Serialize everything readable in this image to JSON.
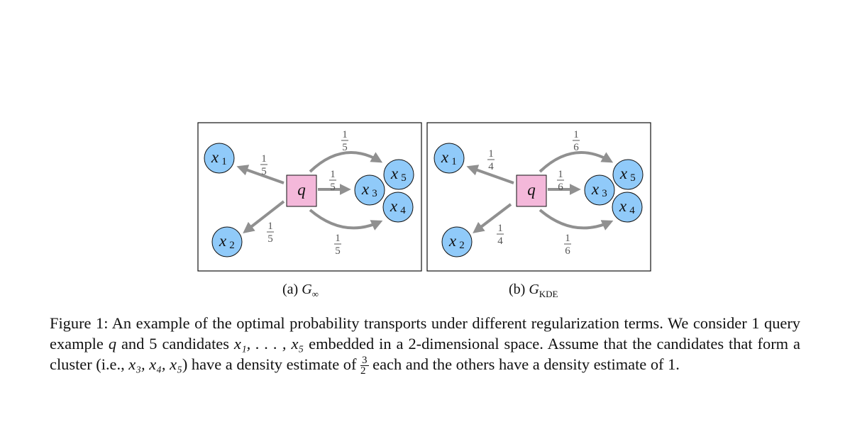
{
  "panels": [
    {
      "id": "a",
      "caption_prefix": "(a)",
      "caption_symbol": "G",
      "caption_subscript": "∞",
      "query_label": "q",
      "weights": {
        "x1": "1/5",
        "x2": "1/5",
        "x3": "1/5",
        "x5": "1/5",
        "x4": "1/5"
      }
    },
    {
      "id": "b",
      "caption_prefix": "(b)",
      "caption_symbol": "G",
      "caption_subscript": "KDE",
      "query_label": "q",
      "weights": {
        "x1": "1/4",
        "x2": "1/4",
        "x3": "1/6",
        "x5": "1/6",
        "x4": "1/6"
      }
    }
  ],
  "caption": {
    "part1": "Figure 1: An example of the optimal probability transports under different regularization terms. We consider 1 query example ",
    "q": "q",
    "part2": " and 5 candidates ",
    "candidates": "x₁, . . . , x₅",
    "part3": " embedded in a 2-dimensional space. Assume that the candidates that form a cluster (i.e., ",
    "cluster": "x₃, x₄, x₅",
    "part4": ") have a density estimate of ",
    "frac_num": "3",
    "frac_den": "2",
    "part5": " each and the others have a density estimate of 1."
  },
  "colors": {
    "node_fill": "#90CAF9",
    "query_fill": "#F4B8DA",
    "arrow": "#909090"
  }
}
